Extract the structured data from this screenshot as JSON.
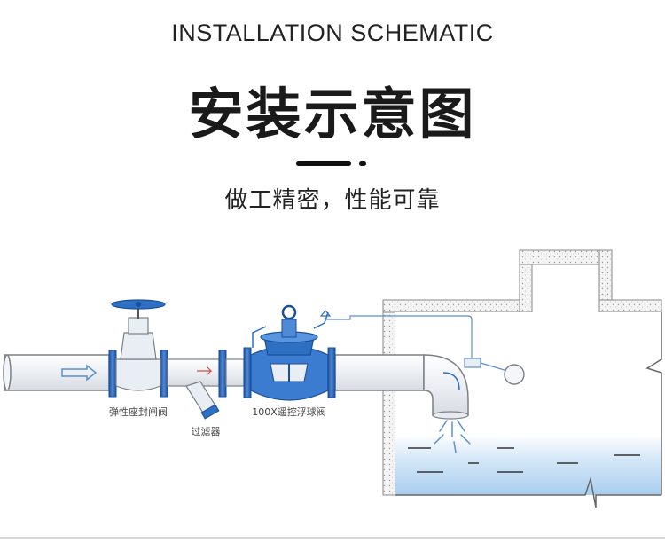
{
  "header": {
    "title_en": "INSTALLATION SCHEMATIC",
    "title_cn": "安装示意图",
    "subtitle": "做工精密，性能可靠"
  },
  "diagram": {
    "labels": {
      "gate_valve": "弹性座封闸阀",
      "filter": "过滤器",
      "float_valve": "100X遥控浮球阀"
    },
    "colors": {
      "valve_blue": "#2d6fc2",
      "pipe_fill": "#f1f3f6",
      "pipe_stroke": "#7b8087",
      "water": "#cfe3f6",
      "flow_arrow": "#5b8fd0"
    }
  }
}
